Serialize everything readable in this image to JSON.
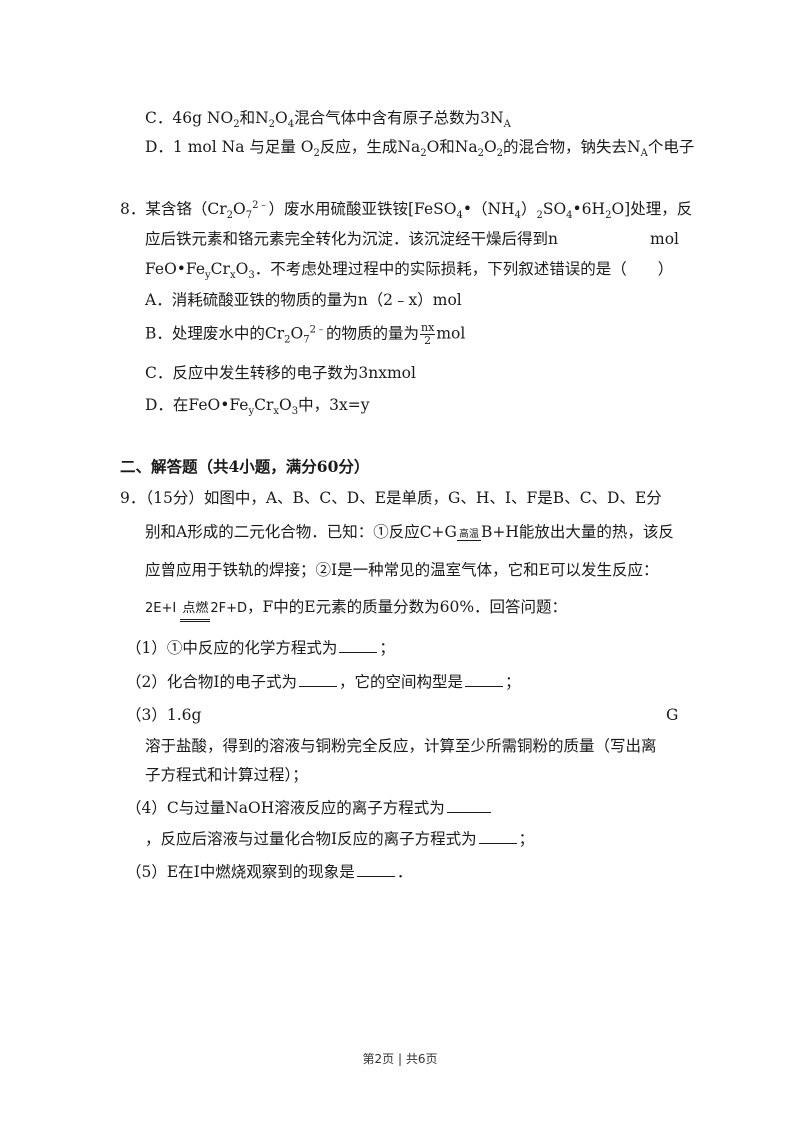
{
  "q7": {
    "c_a": "C．46g NO",
    "c_b": "和N",
    "c_c": "O",
    "c_d": "混合气体中含有原子总数为3N",
    "c_sub2": "2",
    "c_sub2b": "2",
    "c_sub4": "4",
    "c_subA": "A",
    "d_a": "D．1 mol Na 与足量 O",
    "d_b": "反应，生成Na",
    "d_c": "O和Na",
    "d_d": "O",
    "d_e": "的混合物，钠失去N",
    "d_f": "个电子",
    "d_sub2": "2",
    "d_sub2b": "2",
    "d_sub2c": "2",
    "d_sub2d": "2",
    "d_subA": "A"
  },
  "q8": {
    "l1_a": "8．某含铬（Cr",
    "l1_sub2": "2",
    "l1_b": "O",
    "l1_sub7": "7",
    "l1_sup": "2﹣",
    "l1_c": "）废水用硫酸亚铁铵[FeSO",
    "l1_sub4": "4",
    "l1_d": "•（NH",
    "l1_sub4b": "4",
    "l1_e": "）",
    "l1_sub2b": "2",
    "l1_f": "SO",
    "l1_sub4c": "4",
    "l1_g": "•6H",
    "l1_sub2c": "2",
    "l1_h": "O]处理，反",
    "l2_a": "应后铁元素和铬元素完全转化为沉淀．该沉淀经干燥后得到n",
    "l2_b": "mol",
    "l3_a": "FeO•Fe",
    "l3_suby": "y",
    "l3_b": "Cr",
    "l3_subx": "x",
    "l3_c": "O",
    "l3_sub3": "3",
    "l3_d": "．不考虑处理过程中的实际损耗，下列叙述错误的是（　　）",
    "a": "A．消耗硫酸亚铁的物质的量为n（2﹣x）mol",
    "b_a": "B．处理废水中的Cr",
    "b_sub2": "2",
    "b_b": "O",
    "b_sub7": "7",
    "b_sup": "2﹣",
    "b_c": "的物质的量为",
    "b_num": "nx",
    "b_den": "2",
    "b_d": "mol",
    "c": "C．反应中发生转移的电子数为3nxmol",
    "d_a": "D．在FeO•Fe",
    "d_suby": "y",
    "d_b": "Cr",
    "d_subx": "x",
    "d_c": "O",
    "d_sub3": "3",
    "d_d": "中，3x=y"
  },
  "section2": {
    "title": "二、解答题（共4小题，满分60分）"
  },
  "q9": {
    "l1": "9．（15分）如图中，A、B、C、D、E是单质，G、H、I、F是B、C、D、E分",
    "l2_a": "别和A形成的二元化合物．已知：①反应C+G",
    "l2_cond": "高温",
    "l2_b": "B+H能放出大量的热，该反",
    "l3": "应曾应用于铁轨的焊接；②I是一种常见的温室气体，它和E可以发生反应：",
    "l4_eq_a": "2E+I",
    "l4_eq_cond": "点燃",
    "l4_eq_b": "2F+D",
    "l4_b": "，F中的E元素的质量分数为60%．回答问题：",
    "p1_a": "（1）①中反应的化学方程式为",
    "p1_b": "；",
    "p2_a": "（2）化合物I的电子式为",
    "p2_b": "，它的空间构型是",
    "p2_c": "；",
    "p3_a": "（3）1.6g",
    "p3_b": "G",
    "p3_l2": "溶于盐酸，得到的溶液与铜粉完全反应，计算至少所需铜粉的质量（写出离",
    "p3_l3": "子方程式和计算过程）；",
    "p4_a": "（4）C与过量NaOH溶液反应的离子方程式为",
    "p4_l2_a": "，反应后溶液与过量化合物I反应的离子方程式为",
    "p4_l2_b": "；",
    "p5_a": "（5）E在I中燃烧观察到的现象是",
    "p5_b": "．"
  },
  "footer": {
    "text": "第2页 | 共6页"
  }
}
